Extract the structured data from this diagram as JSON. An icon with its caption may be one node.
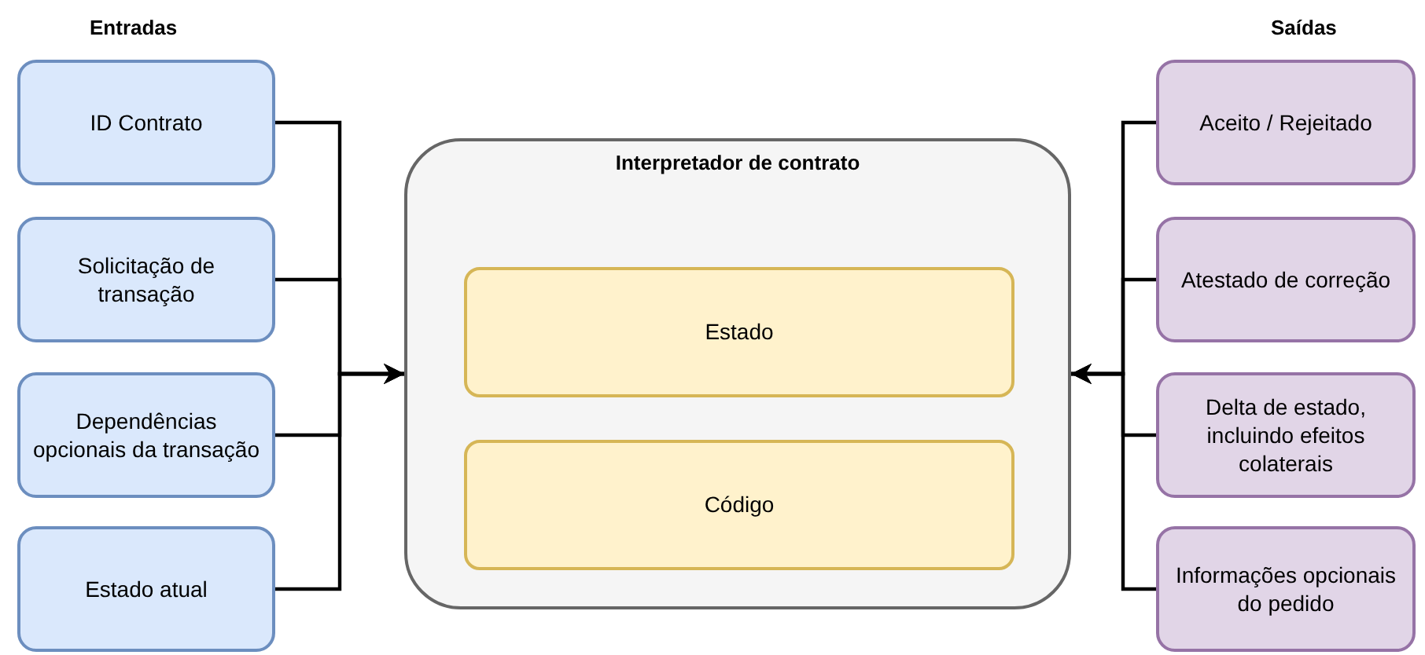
{
  "diagram": {
    "nodes": [
      {
        "text": [
          "ID Contrato"
        ]
      },
      {
        "text": [
          "Solicitação de transação"
        ]
      },
      {
        "text": [
          "Dependências opcionais da transação"
        ]
      },
      {
        "text": [
          "Estado atual"
        ]
      },
      {
        "text": [
          "Interpretador de contrato"
        ]
      },
      {
        "text": [
          "Estado"
        ],
        "in": 4
      },
      {
        "text": [
          "Código"
        ],
        "in": 4
      },
      {
        "text": [
          "Aceito / Rejeitado"
        ]
      },
      {
        "text": [
          "Atestado de correção"
        ]
      },
      {
        "text": [
          "Delta de estado, incluindo efeitos colaterais"
        ]
      },
      {
        "text": [
          "Informações opcionais do pedido"
        ]
      }
    ],
    "edges": [
      {
        "from": 0,
        "to": 4,
        "arrow": "to"
      },
      {
        "from": 1,
        "to": 4,
        "arrow": "to"
      },
      {
        "from": 2,
        "to": 4,
        "arrow": "to"
      },
      {
        "from": 3,
        "to": 4,
        "arrow": "to"
      },
      {
        "from": 7,
        "to": 4,
        "arrow": "to"
      },
      {
        "from": 8,
        "to": 4,
        "arrow": "to"
      },
      {
        "from": 9,
        "to": 4,
        "arrow": "to"
      },
      {
        "from": 10,
        "to": 4,
        "arrow": "to"
      }
    ],
    "labels": [
      "Entradas",
      "Saídas"
    ]
  }
}
